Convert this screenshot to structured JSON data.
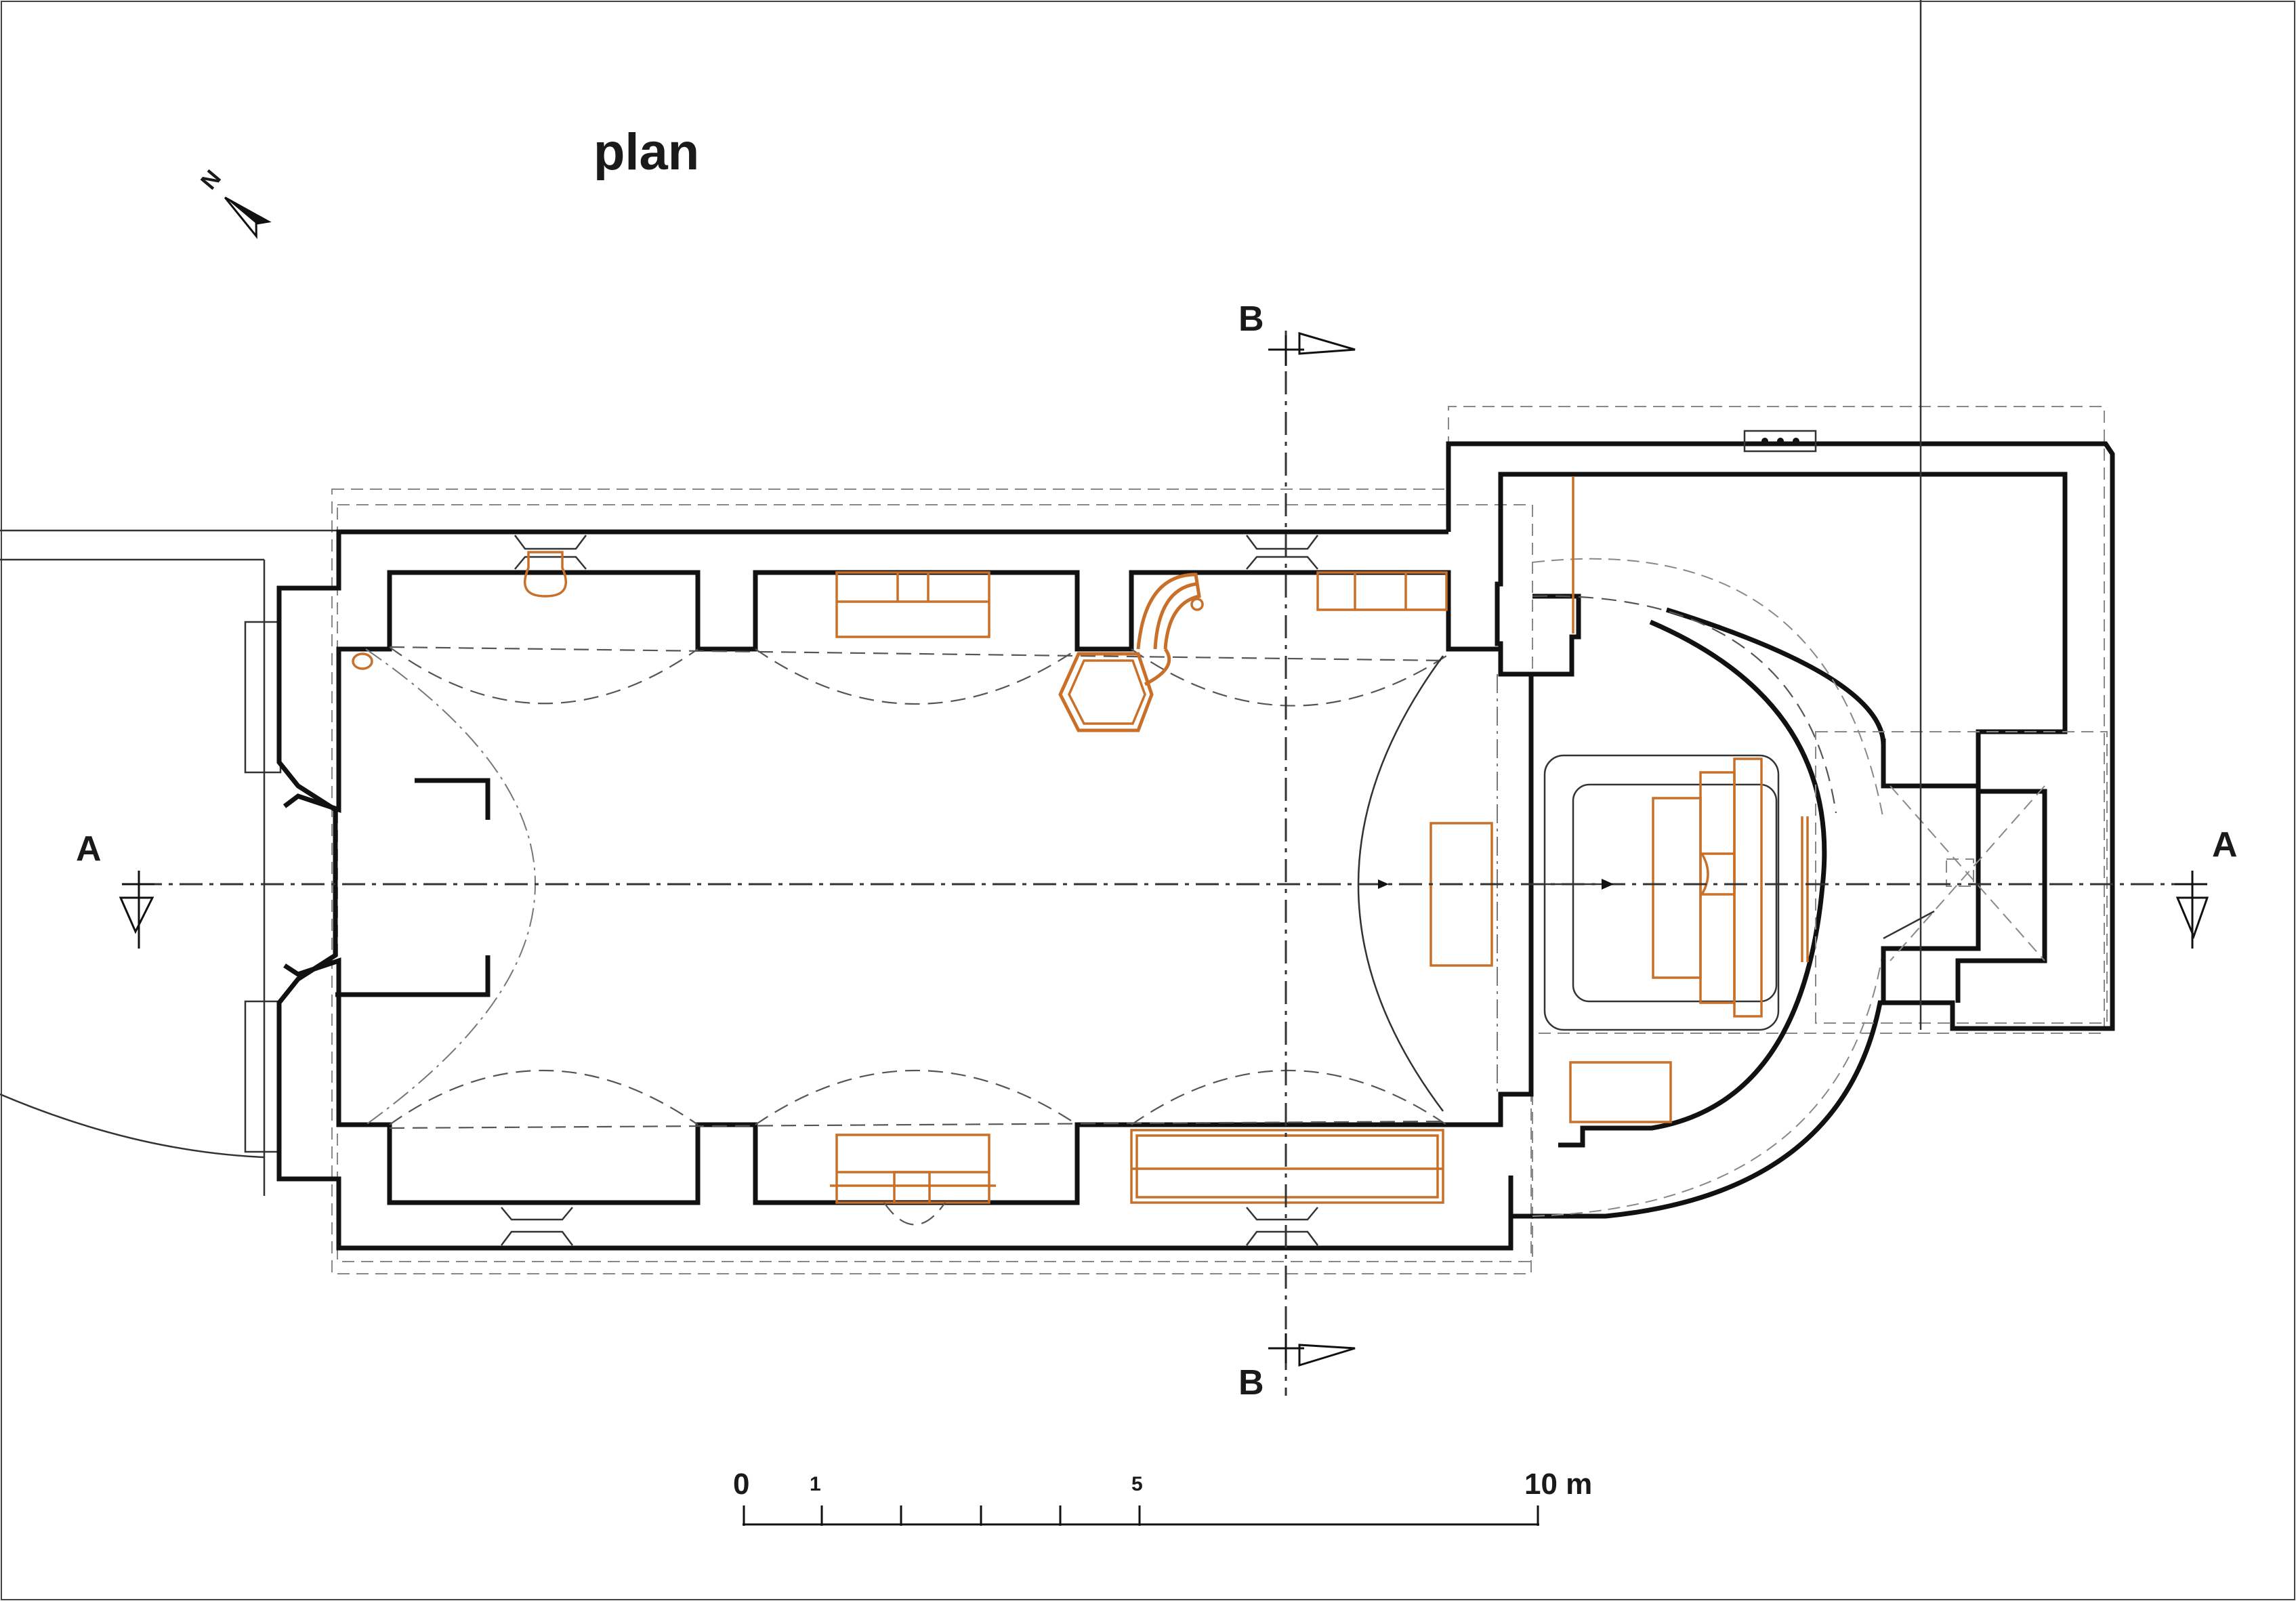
{
  "title": "plan",
  "north_label": "N",
  "sections": {
    "a_left": "A",
    "a_right": "A",
    "b_top": "B",
    "b_bottom": "B"
  },
  "scale_bar": {
    "label_0": "0",
    "label_1": "1",
    "label_5": "5",
    "label_10": "10 m"
  },
  "colors": {
    "walls": "#111111",
    "furnishings": "#c8702a",
    "hidden_lines": "#555555"
  }
}
